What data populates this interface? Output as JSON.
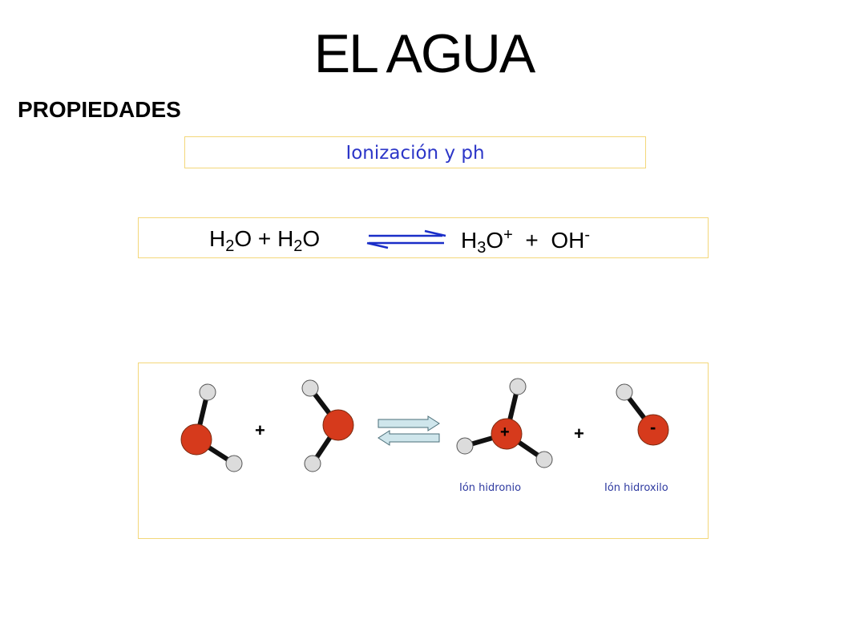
{
  "slide": {
    "title": "EL AGUA",
    "subtitle": "PROPIEDADES"
  },
  "title_box": {
    "label": "Ionización y ph"
  },
  "equation": {
    "lhs_term1": {
      "main": "H",
      "sub": "2",
      "tail": "O"
    },
    "plus1": "+",
    "lhs_term2": {
      "main": "H",
      "sub": "2",
      "tail": "O"
    },
    "rhs_term1": {
      "main": "H",
      "sub": "3",
      "tail": "O",
      "sup": "+"
    },
    "plus2": "+",
    "rhs_term2": {
      "main": "OH",
      "sup": "-"
    }
  },
  "molecules": {
    "plus_left": "+",
    "plus_right": "+",
    "hydronium_charge": "+",
    "hydroxide_charge": "-",
    "hydronium_label": "Ión hidronio",
    "hydroxide_label": "Ión hidroxilo"
  },
  "colors": {
    "oxygen": "#d63a1c",
    "hydrogen": "#dcdcdc",
    "bond": "#111111",
    "box_border": "#f3d77a",
    "heading_blue": "#2c36c8",
    "label_blue": "#2e3aa0",
    "arrow_blue": "#1a2ec8",
    "arrow_fill": "#cfe6ec"
  }
}
